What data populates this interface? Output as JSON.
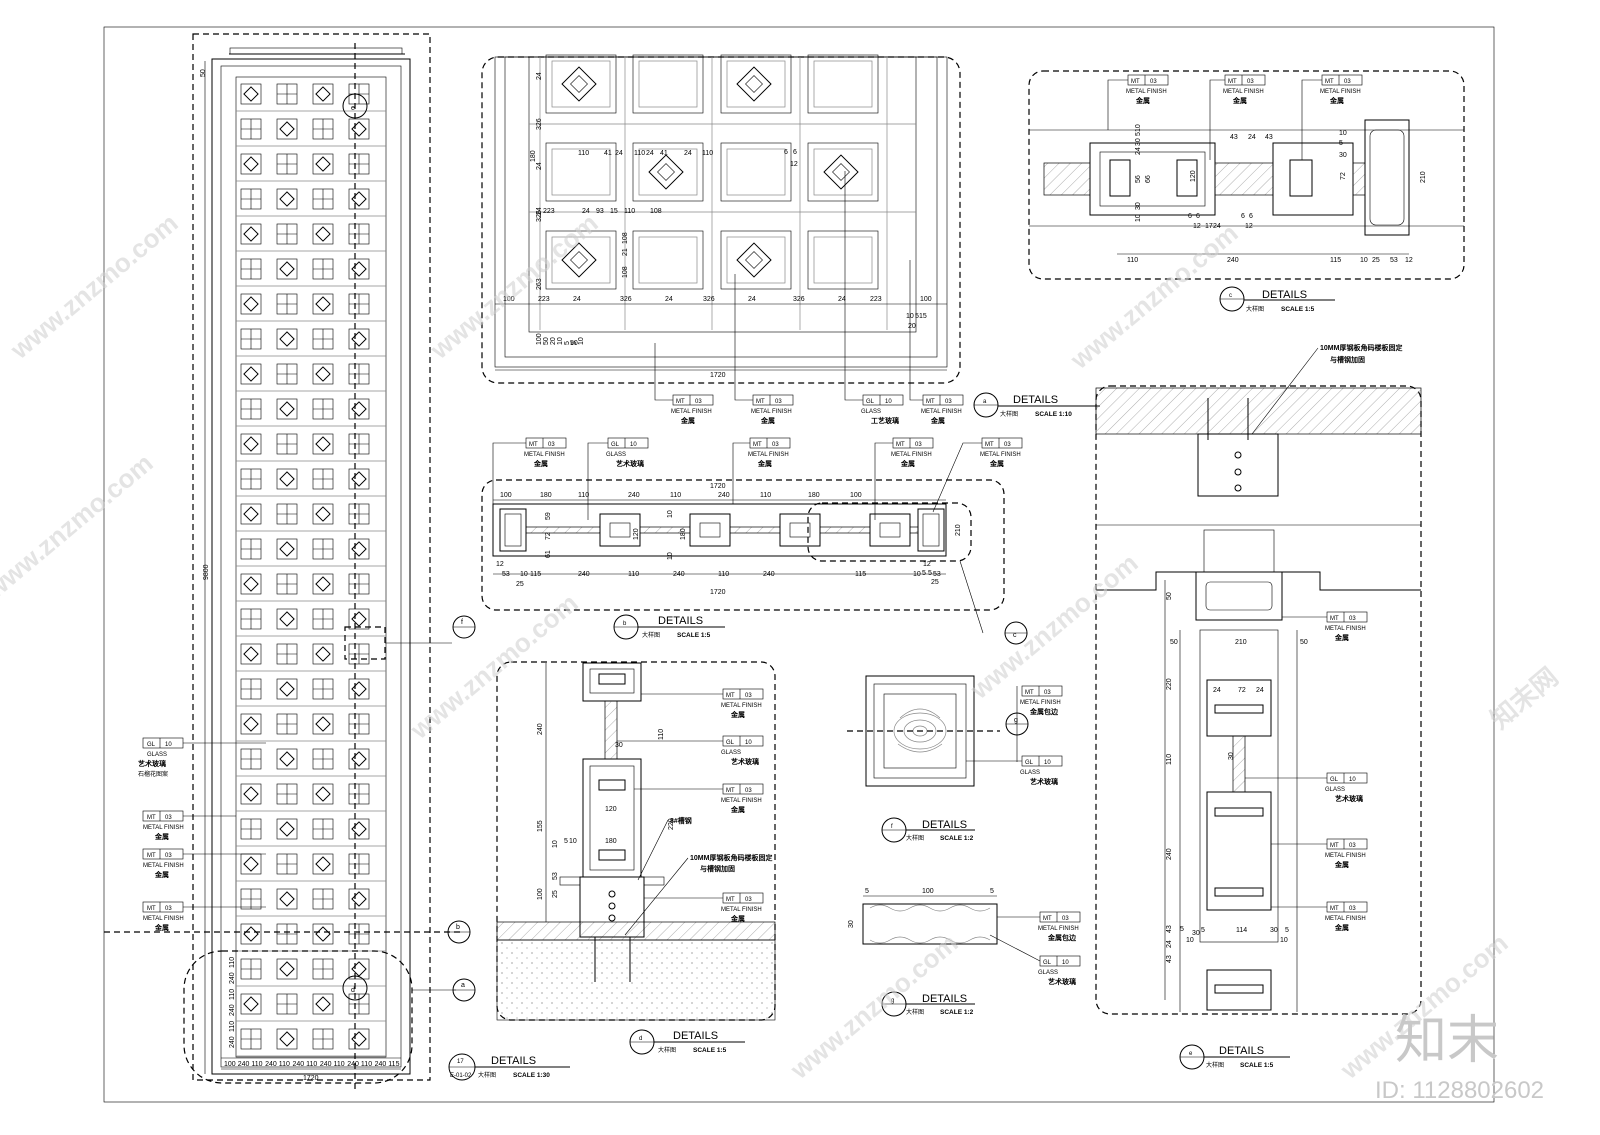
{
  "drawing": {
    "tags": {
      "mt_code": "MT",
      "mt_num": "03",
      "mt_en": "METAL FINISH",
      "mt_cn": "金属",
      "mt_cn_edge": "金属包边",
      "gl_code": "GL",
      "gl_num": "10",
      "gl_en": "GLASS",
      "gl_cn": "艺术玻璃",
      "gl_cn_craft": "工艺玻璃",
      "gl_pattern": "石榴花图案"
    },
    "notes": {
      "steel_plate": "10MM厚钢板角码楼板固定",
      "steel_plate_2": "与槽钢加固",
      "channel": "8#槽钢"
    },
    "details": [
      {
        "mark": "17",
        "ref": "E-01-02",
        "title": "DETAILS",
        "cn": "大样图",
        "scale": "SCALE 1:30"
      },
      {
        "mark": "a",
        "title": "DETAILS",
        "cn": "大样图",
        "scale": "SCALE 1:10"
      },
      {
        "mark": "b",
        "title": "DETAILS",
        "cn": "大样图",
        "scale": "SCALE 1:5"
      },
      {
        "mark": "c",
        "title": "DETAILS",
        "cn": "大样图",
        "scale": "SCALE 1:5"
      },
      {
        "mark": "d",
        "title": "DETAILS",
        "cn": "大样图",
        "scale": "SCALE 1:5"
      },
      {
        "mark": "e",
        "title": "DETAILS",
        "cn": "大样图",
        "scale": "SCALE 1:5"
      },
      {
        "mark": "f",
        "title": "DETAILS",
        "cn": "大样图",
        "scale": "SCALE 1:2"
      },
      {
        "mark": "g",
        "title": "DETAILS",
        "cn": "大样图",
        "scale": "SCALE 1:2"
      }
    ],
    "callout_marks": [
      "a",
      "b",
      "c",
      "d",
      "e",
      "f",
      "g"
    ],
    "dims": {
      "elev_height": "9800",
      "elev_width": "1720",
      "elev_top": "50",
      "elev_bottom": [
        "100",
        "240",
        "110",
        "240",
        "110",
        "240",
        "110",
        "240",
        "110",
        "240",
        "110",
        "240",
        "115"
      ],
      "elev_left_stack": [
        "240",
        "110",
        "240",
        "110",
        "240",
        "110"
      ],
      "a_bottom": [
        "100",
        "223",
        "24",
        "326",
        "24",
        "326",
        "24",
        "326",
        "24",
        "223",
        "100"
      ],
      "a_total": "1720",
      "a_left": [
        "24",
        "326",
        "24",
        "180",
        "24",
        "326",
        "263"
      ],
      "a_inner": [
        "110",
        "41",
        "24",
        "110",
        "24",
        "41",
        "24",
        "110"
      ],
      "a_mid": [
        "223",
        "24",
        "93",
        "15",
        "110",
        "108"
      ],
      "a_small": [
        "108",
        "21",
        "108",
        "6",
        "6",
        "12",
        "10",
        "5",
        "15",
        "20",
        "50"
      ],
      "a_left_low": [
        "100",
        "50",
        "20",
        "10",
        "5",
        "5",
        "10"
      ],
      "b_top": [
        "100",
        "180",
        "110",
        "240",
        "110",
        "240",
        "110",
        "180",
        "100"
      ],
      "b_total": "1720",
      "b_bottom": [
        "53",
        "10",
        "115",
        "240",
        "110",
        "240",
        "110",
        "240",
        "115",
        "10",
        "53"
      ],
      "b_edge": [
        "12",
        "25",
        "12",
        "25",
        "5",
        "5"
      ],
      "b_height": "210",
      "b_left": [
        "59",
        "72",
        "61",
        "10",
        "120",
        "180",
        "10"
      ],
      "c_top": [
        "43",
        "24",
        "43"
      ],
      "c_bottom": [
        "110",
        "240",
        "115",
        "10",
        "25",
        "53",
        "12"
      ],
      "c_height": "210",
      "c_left": [
        "10",
        "5",
        "30",
        "24",
        "56",
        "30",
        "10"
      ],
      "c_inner": [
        "120",
        "72",
        "10",
        "5",
        "30",
        "66",
        "6",
        "6",
        "12",
        "17",
        "24",
        "6",
        "6",
        "12"
      ],
      "d_left": [
        "240",
        "155",
        "100",
        "53",
        "25",
        "10"
      ],
      "d_mid": [
        "120",
        "180",
        "110",
        "30",
        "220",
        "10",
        "5"
      ],
      "e_left": [
        "50",
        "220",
        "110",
        "240",
        "43",
        "24",
        "43",
        "5",
        "30",
        "10"
      ],
      "e_mid": [
        "50",
        "210",
        "50",
        "72",
        "24",
        "24",
        "30",
        "114",
        "5",
        "30",
        "10",
        "5"
      ],
      "g_width": "100",
      "g_height": "30",
      "g_side": [
        "5",
        "5"
      ]
    }
  },
  "watermark": {
    "site": "www.znzmo.com",
    "site_cn": "知末网",
    "brand": "知末",
    "id": "ID: 1128802602"
  }
}
